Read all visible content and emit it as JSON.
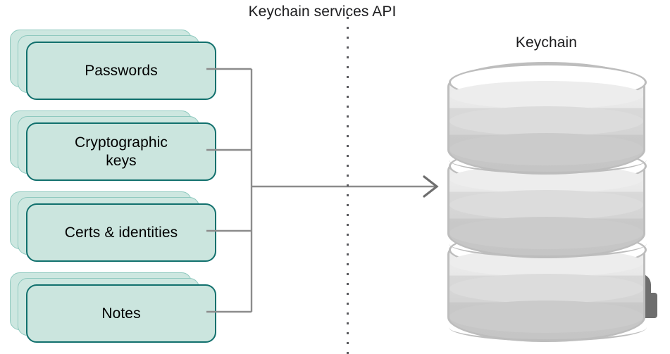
{
  "diagram": {
    "api_title": "Keychain services API",
    "store_title": "Keychain",
    "items": [
      {
        "label": "Passwords"
      },
      {
        "label": "Cryptographic\nkeys"
      },
      {
        "label": "Certs & identities"
      },
      {
        "label": "Notes"
      }
    ],
    "store": {
      "segments": [
        "keychain-segment-1",
        "keychain-segment-2",
        "keychain-segment-3"
      ],
      "badge": "lock-icon"
    },
    "flow": {
      "arrow_direction": "left-to-right",
      "arrow_label": "",
      "divider_style": "dotted-vertical"
    },
    "colors": {
      "card_fill": "#cbe5de",
      "card_border": "#11706d",
      "card_back_border": "#8fc9bf",
      "connector": "#8c8c8c",
      "cylinder_border": "#bdbdbd",
      "lock": "#6e6e6e",
      "text": "#000000",
      "divider": "#5b5b5f"
    }
  }
}
